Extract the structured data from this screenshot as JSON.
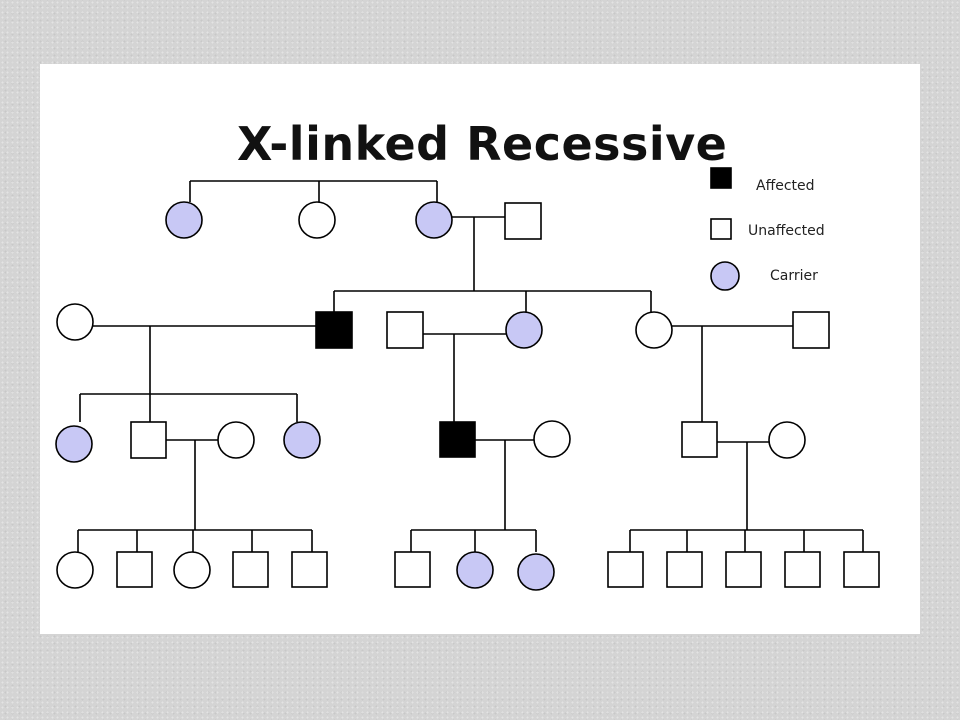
{
  "title": "X-linked Recessive",
  "legend": {
    "affected_label": "Affected",
    "unaffected_label": "Unaffected",
    "carrier_label": "Carrier"
  },
  "colors": {
    "affected": "#000000",
    "unaffected": "#ffffff",
    "carrier": "#c8c8f5",
    "line": "#000000",
    "background": "#ffffff"
  },
  "generations": [
    {
      "generation": 1,
      "individuals": [
        {
          "sex": "female",
          "status": "carrier"
        },
        {
          "sex": "female",
          "status": "unaffected"
        },
        {
          "sex": "female",
          "status": "carrier"
        },
        {
          "sex": "male",
          "status": "unaffected"
        }
      ]
    },
    {
      "generation": 2,
      "individuals": [
        {
          "sex": "female",
          "status": "unaffected"
        },
        {
          "sex": "male",
          "status": "affected"
        },
        {
          "sex": "male",
          "status": "unaffected"
        },
        {
          "sex": "female",
          "status": "carrier"
        },
        {
          "sex": "female",
          "status": "unaffected"
        },
        {
          "sex": "male",
          "status": "unaffected"
        }
      ]
    },
    {
      "generation": 3,
      "individuals": [
        {
          "sex": "female",
          "status": "carrier"
        },
        {
          "sex": "male",
          "status": "unaffected"
        },
        {
          "sex": "female",
          "status": "unaffected"
        },
        {
          "sex": "female",
          "status": "carrier"
        },
        {
          "sex": "male",
          "status": "affected"
        },
        {
          "sex": "female",
          "status": "unaffected"
        },
        {
          "sex": "male",
          "status": "unaffected"
        },
        {
          "sex": "female",
          "status": "unaffected"
        }
      ]
    },
    {
      "generation": 4,
      "individuals": [
        {
          "sex": "female",
          "status": "unaffected"
        },
        {
          "sex": "male",
          "status": "unaffected"
        },
        {
          "sex": "female",
          "status": "unaffected"
        },
        {
          "sex": "male",
          "status": "unaffected"
        },
        {
          "sex": "male",
          "status": "unaffected"
        },
        {
          "sex": "male",
          "status": "unaffected"
        },
        {
          "sex": "female",
          "status": "carrier"
        },
        {
          "sex": "female",
          "status": "carrier"
        },
        {
          "sex": "male",
          "status": "unaffected"
        },
        {
          "sex": "male",
          "status": "unaffected"
        },
        {
          "sex": "male",
          "status": "unaffected"
        },
        {
          "sex": "male",
          "status": "unaffected"
        },
        {
          "sex": "male",
          "status": "unaffected"
        }
      ]
    }
  ]
}
